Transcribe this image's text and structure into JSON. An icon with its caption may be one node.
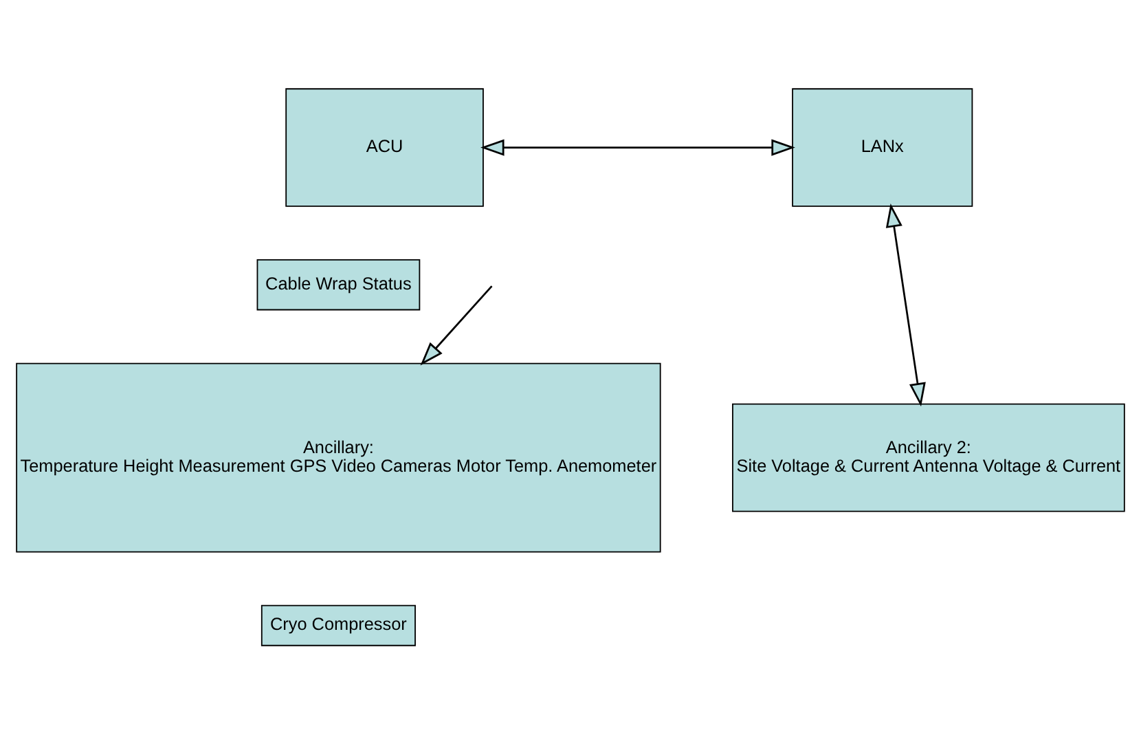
{
  "diagram": {
    "nodes": [
      {
        "text": [
          "ACU"
        ]
      },
      {
        "text": [
          "LANx"
        ]
      },
      {
        "text": [
          "Cable Wrap Status"
        ]
      },
      {
        "text": [
          "Ancillary:",
          "Temperature Height Measurement GPS Video Cameras Motor Temp. Anemometer"
        ]
      },
      {
        "text": [
          "Ancillary 2:",
          "Site Voltage & Current Antenna Voltage & Current"
        ]
      },
      {
        "text": [
          "Cryo Compressor"
        ]
      }
    ],
    "edges": [
      {
        "from": 0,
        "to": 1,
        "arrow": "both"
      },
      {
        "from": null,
        "to": 3,
        "arrow": "to"
      },
      {
        "from": 1,
        "to": 4,
        "arrow": "both"
      }
    ]
  }
}
